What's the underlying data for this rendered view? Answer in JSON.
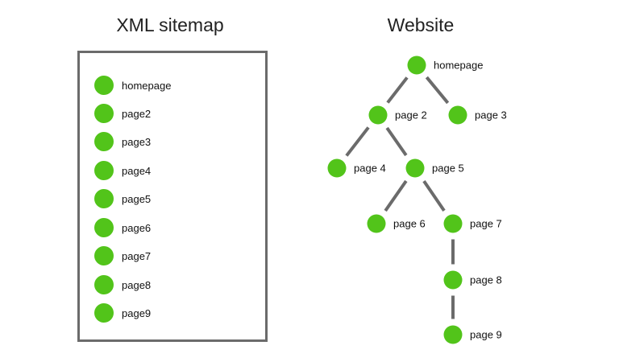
{
  "titles": {
    "sitemap": "XML sitemap",
    "website": "Website"
  },
  "colors": {
    "node": "#52c41a",
    "edge": "#6b6b6b",
    "border": "#6b6b6b"
  },
  "sitemap": {
    "items": [
      "homepage",
      "page2",
      "page3",
      "page4",
      "page5",
      "page6",
      "page7",
      "page8",
      "page9"
    ]
  },
  "website": {
    "nodes": [
      {
        "id": "homepage",
        "label": "homepage"
      },
      {
        "id": "page2",
        "label": "page 2"
      },
      {
        "id": "page3",
        "label": "page 3"
      },
      {
        "id": "page4",
        "label": "page 4"
      },
      {
        "id": "page5",
        "label": "page 5"
      },
      {
        "id": "page6",
        "label": "page 6"
      },
      {
        "id": "page7",
        "label": "page 7"
      },
      {
        "id": "page8",
        "label": "page 8"
      },
      {
        "id": "page9",
        "label": "page 9"
      }
    ],
    "edges": [
      [
        "homepage",
        "page2"
      ],
      [
        "homepage",
        "page3"
      ],
      [
        "page2",
        "page4"
      ],
      [
        "page2",
        "page5"
      ],
      [
        "page5",
        "page6"
      ],
      [
        "page5",
        "page7"
      ],
      [
        "page7",
        "page8"
      ],
      [
        "page8",
        "page9"
      ]
    ]
  }
}
